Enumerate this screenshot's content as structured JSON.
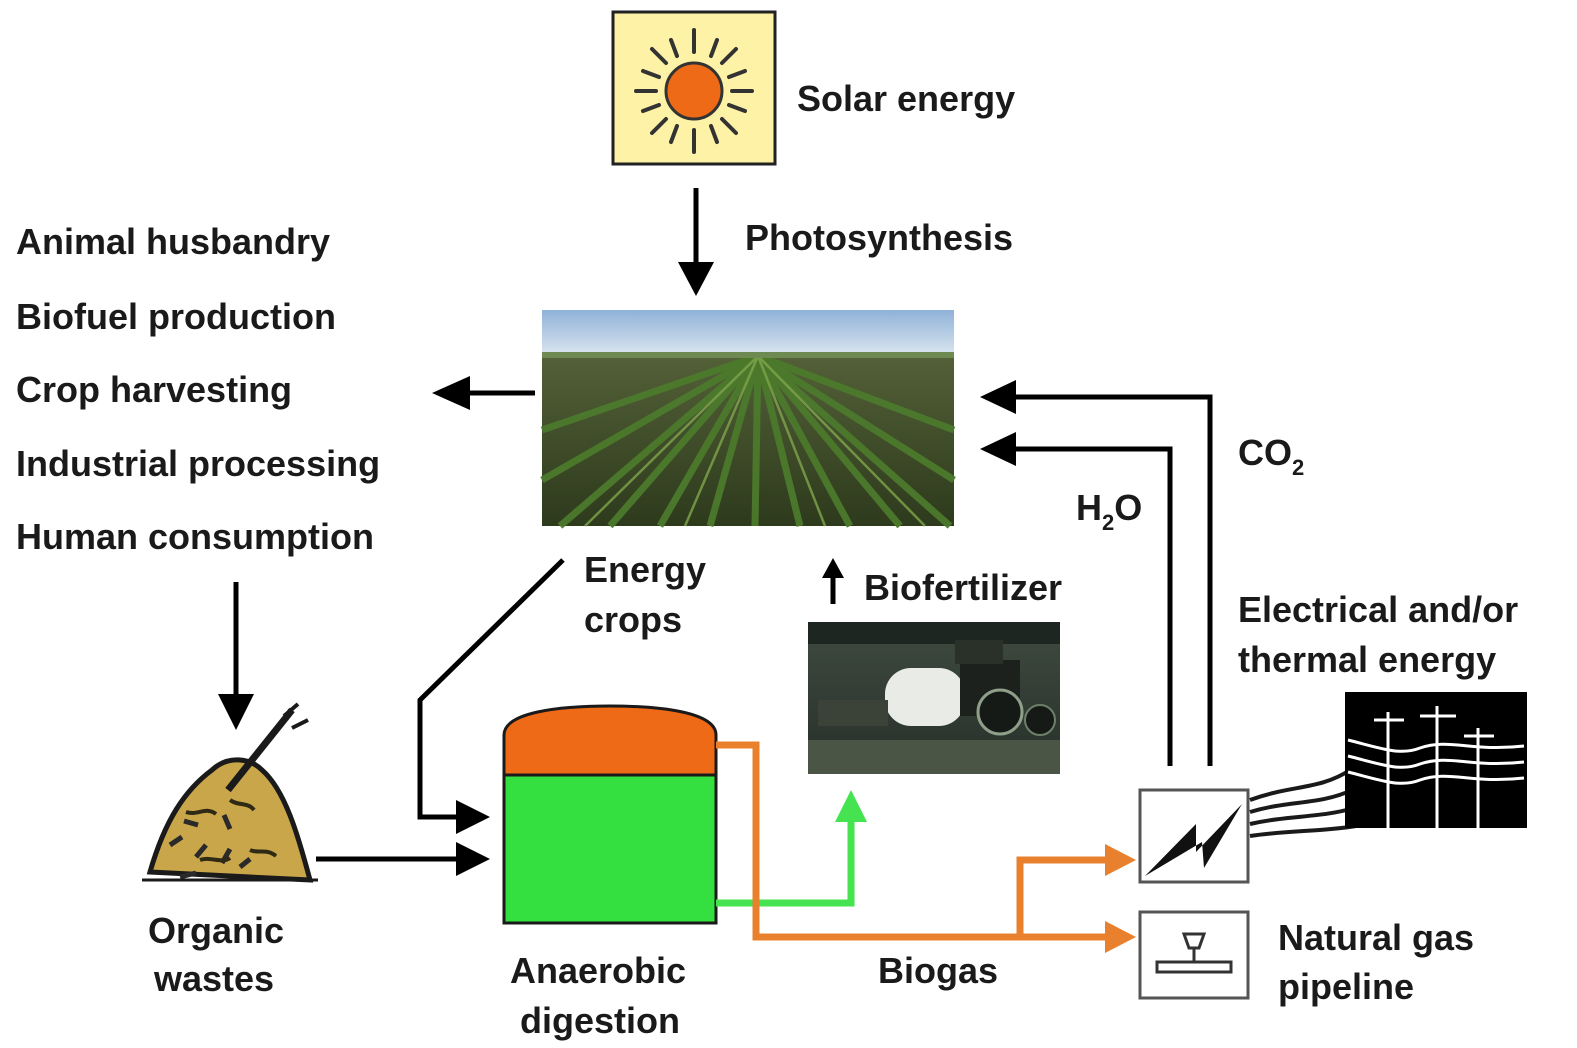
{
  "labels": {
    "solar_energy": "Solar energy",
    "photosynthesis": "Photosynthesis",
    "uses": [
      "Animal husbandry",
      "Biofuel production",
      "Crop harvesting",
      "Industrial processing",
      "Human consumption"
    ],
    "energy_crops_line1": "Energy",
    "energy_crops_line2": "crops",
    "biofertilizer": "Biofertilizer",
    "co2_main": "CO",
    "co2_sub": "2",
    "h2o_h": "H",
    "h2o_sub": "2",
    "h2o_o": "O",
    "electrical_line1": "Electrical and/or",
    "electrical_line2": "thermal energy",
    "organic_line1": "Organic",
    "organic_line2": "wastes",
    "anaerobic_line1": "Anaerobic",
    "anaerobic_line2": "digestion",
    "biogas": "Biogas",
    "natural_gas_line1": "Natural gas",
    "natural_gas_line2": "pipeline"
  },
  "colors": {
    "sun_box": "#fdf2a6",
    "sun_core": "#ee6a16",
    "digester_top": "#ee6a16",
    "digester_body": "#33e03f",
    "biogas_flow": "#e9802e",
    "fertilizer_flow": "#44e34f",
    "arrow": "#000000"
  },
  "icons": {
    "sun": "sun-icon",
    "generator": "lightning-icon",
    "pipeline": "valve-icon",
    "power": "power-lines-icon",
    "waste": "compost-pile-icon",
    "tractor": "tractor-photo",
    "field": "crop-field-photo"
  }
}
